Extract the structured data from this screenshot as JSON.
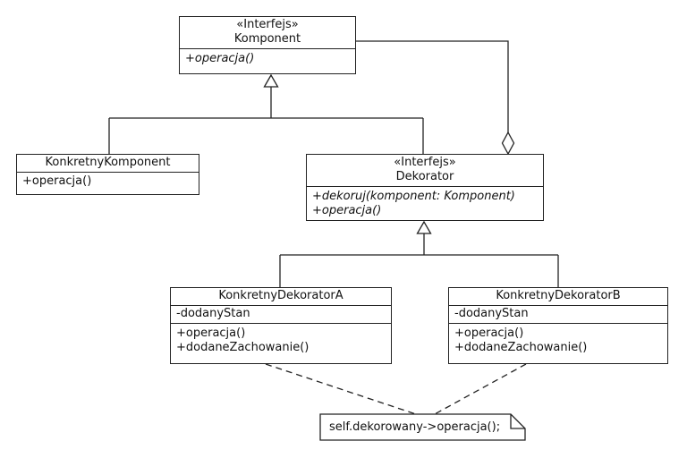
{
  "diagram": {
    "type": "uml-class-diagram",
    "pattern": "Decorator (Dekorator)",
    "language": "pl"
  },
  "colors": {
    "background": "#ffffff",
    "line": "#222222",
    "text": "#111111",
    "box_fill": "#ffffff"
  },
  "classes": {
    "komponent": {
      "stereotype": "«Interfejs»",
      "name": "Komponent",
      "operations": [
        "+operacja()"
      ],
      "abstract_operations": true
    },
    "konkretnyKomponent": {
      "name": "KonkretnyKomponent",
      "operations": [
        "+operacja()"
      ]
    },
    "dekorator": {
      "stereotype": "«Interfejs»",
      "name": "Dekorator",
      "operations": [
        "+dekoruj(komponent: Komponent)",
        "+operacja()"
      ],
      "abstract_operations": true
    },
    "konkretnyDekoratorA": {
      "name": "KonkretnyDekoratorA",
      "attributes": [
        "-dodanyStan"
      ],
      "operations": [
        "+operacja()",
        "+dodaneZachowanie()"
      ]
    },
    "konkretnyDekoratorB": {
      "name": "KonkretnyDekoratorB",
      "attributes": [
        "-dodanyStan"
      ],
      "operations": [
        "+operacja()",
        "+dodaneZachowanie()"
      ]
    }
  },
  "note": {
    "text": "self.dekorowany->operacja();"
  },
  "relationships": [
    {
      "type": "generalization",
      "from": "KonkretnyKomponent",
      "to": "Komponent"
    },
    {
      "type": "generalization",
      "from": "Dekorator",
      "to": "Komponent"
    },
    {
      "type": "generalization",
      "from": "KonkretnyDekoratorA",
      "to": "Dekorator"
    },
    {
      "type": "generalization",
      "from": "KonkretnyDekoratorB",
      "to": "Dekorator"
    },
    {
      "type": "aggregation",
      "owner": "Dekorator",
      "part": "Komponent"
    },
    {
      "type": "note-anchor",
      "from": "KonkretnyDekoratorA",
      "to": "note"
    },
    {
      "type": "note-anchor",
      "from": "KonkretnyDekoratorB",
      "to": "note"
    }
  ]
}
